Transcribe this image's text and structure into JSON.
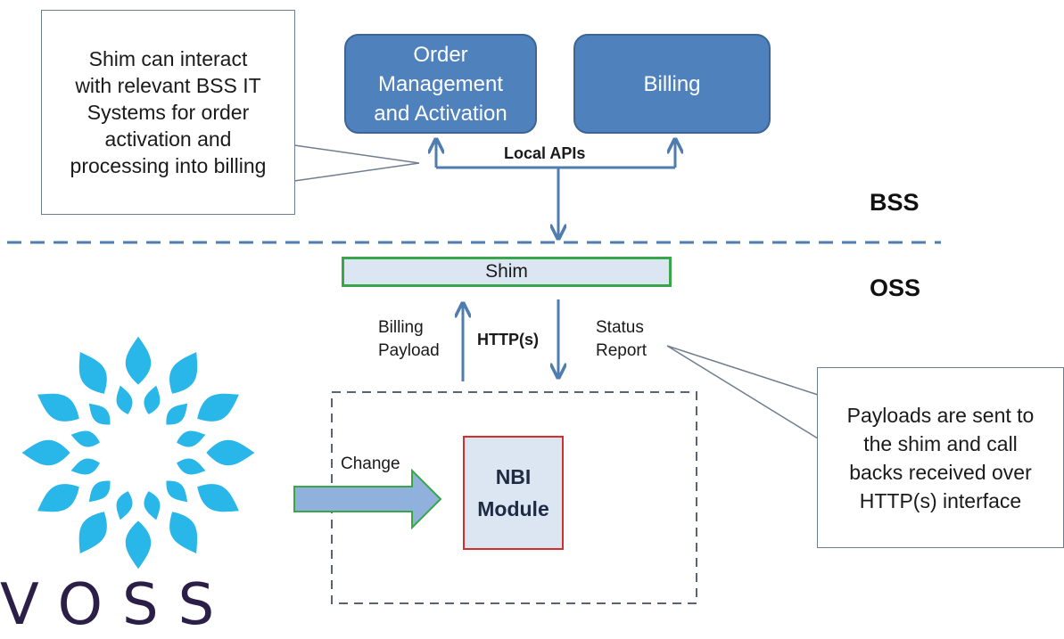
{
  "callout_left": {
    "lines": [
      "Shim can interact",
      "with relevant BSS IT",
      "Systems for order",
      "activation and",
      "processing into billing"
    ]
  },
  "bss_systems": [
    {
      "lines": [
        "Order",
        "Management",
        "and Activation"
      ]
    },
    {
      "lines": [
        "Billing"
      ]
    }
  ],
  "local_apis_label": "Local APIs",
  "layers": {
    "bss": "BSS",
    "oss": "OSS"
  },
  "shim_label": "Shim",
  "billing_payload": [
    "Billing",
    "Payload"
  ],
  "http_label": "HTTP(s)",
  "status_report": [
    "Status",
    "Report"
  ],
  "callout_right": {
    "lines": [
      "Payloads are sent to",
      "the shim and call",
      "backs received over",
      "HTTP(s) interface"
    ]
  },
  "change_label": "Change",
  "nbi_module": [
    "NBI",
    "Module"
  ],
  "logo": {
    "word": "VOSS",
    "color": "#2b1f47",
    "petal_color": "#29b6e8"
  },
  "colors": {
    "bss_box": "#4f81bd",
    "arrow": "#4f7db0",
    "shim_border": "#3aa64a",
    "nbi_border": "#d32f2f"
  }
}
